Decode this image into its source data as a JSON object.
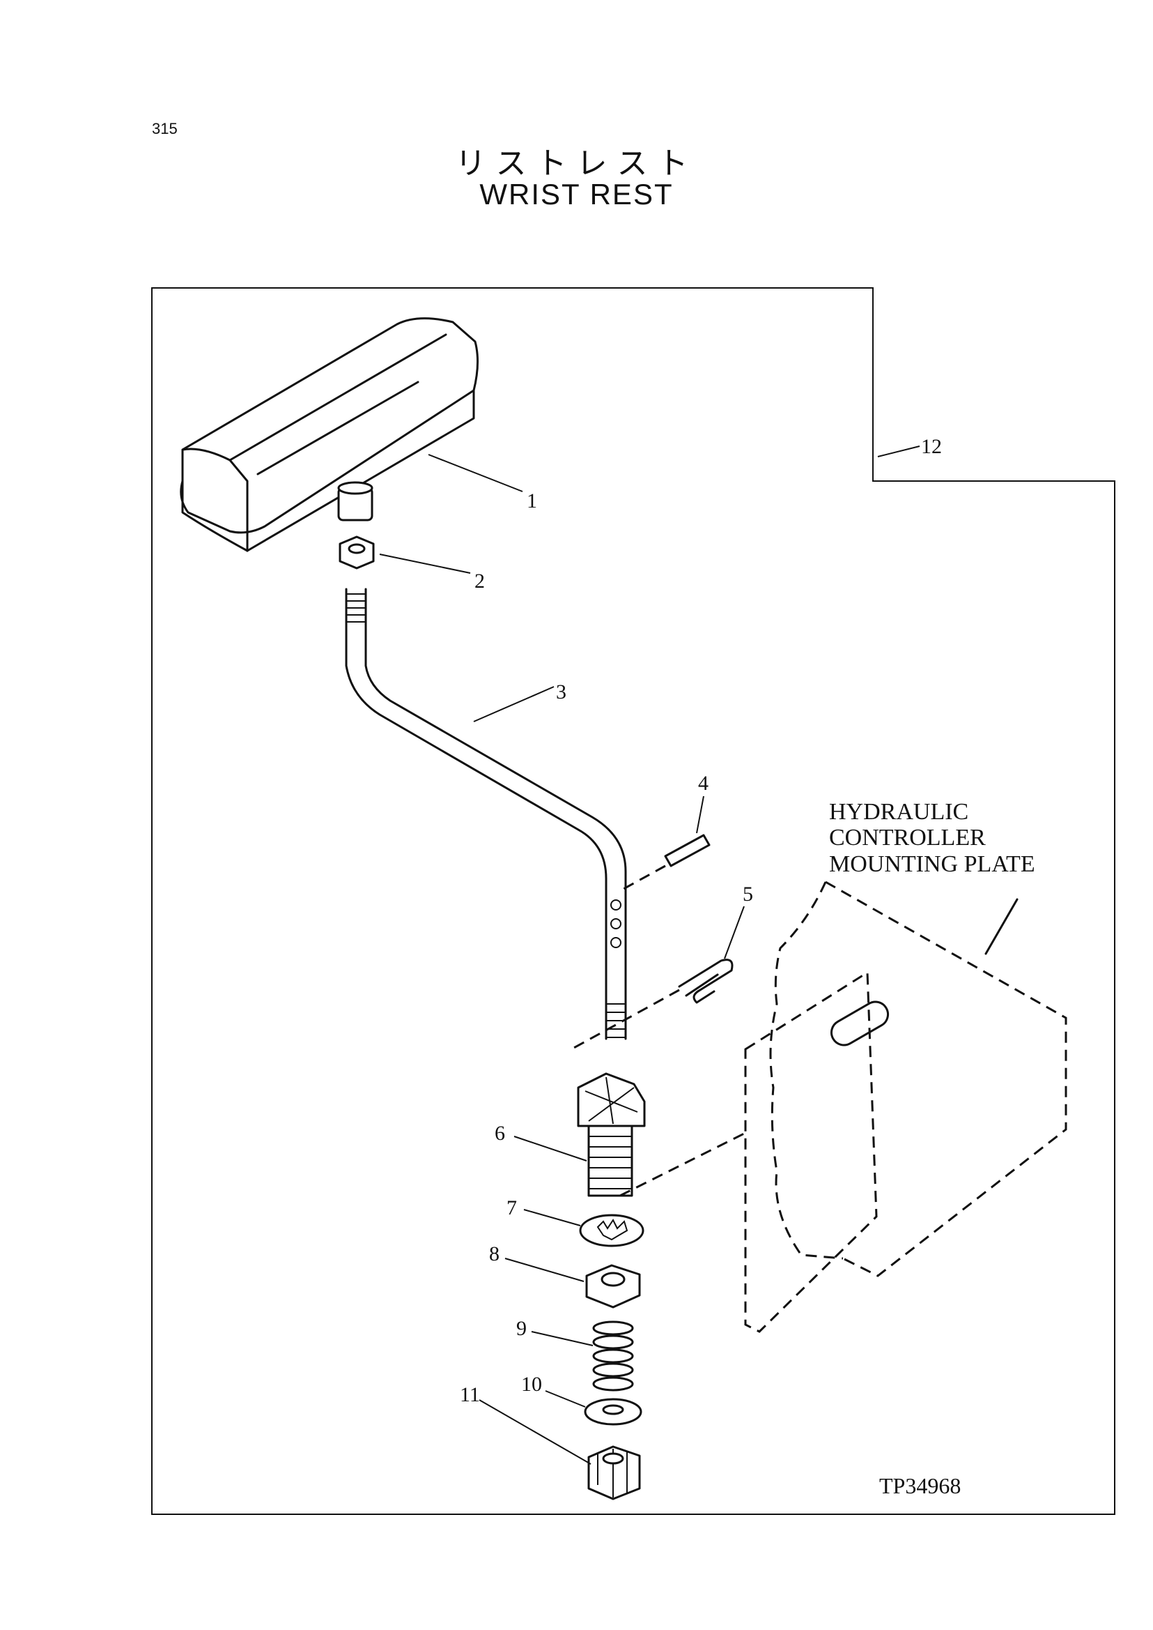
{
  "page": {
    "number": "315",
    "title_jp": "リストレスト",
    "title_en": "WRIST REST"
  },
  "diagram": {
    "callouts": [
      "1",
      "2",
      "3",
      "4",
      "5",
      "6",
      "7",
      "8",
      "9",
      "10",
      "11",
      "12"
    ],
    "plate_label": [
      "HYDRAULIC",
      "CONTROLLER",
      "MOUNTING PLATE"
    ],
    "drawing_code": "TP34968"
  }
}
